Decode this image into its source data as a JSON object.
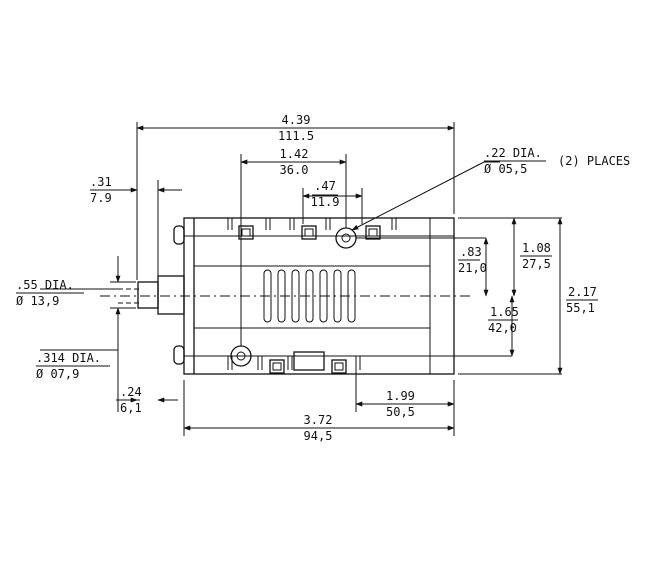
{
  "dimensions": {
    "overall_length": {
      "inch": "4.39",
      "mm": "111.5"
    },
    "hole_spacing": {
      "inch": "1.42",
      "mm": "36.0"
    },
    "slot_pitch": {
      "inch": ".47",
      "mm": "11.9"
    },
    "hole_dia": {
      "inch": ".22 DIA.",
      "mm": "Ø 05,5",
      "note": "(2) PLACES"
    },
    "flange_thickness": {
      "inch": ".31",
      "mm": "7.9"
    },
    "boss_dia": {
      "inch": ".55 DIA.",
      "mm": "Ø 13,9"
    },
    "shaft_dia": {
      "inch": ".314 DIA.",
      "mm": "Ø 07,9"
    },
    "shaft_ext": {
      "inch": ".24",
      "mm": "6,1"
    },
    "top_to_hole": {
      "inch": ".83",
      "mm": "21,0"
    },
    "top_to_axis": {
      "inch": "1.08",
      "mm": "27,5"
    },
    "axis_to_hole": {
      "inch": "1.65",
      "mm": "42,0"
    },
    "overall_height": {
      "inch": "2.17",
      "mm": "55,1"
    },
    "axis_to_end": {
      "inch": "1.99",
      "mm": "50,5"
    },
    "body_length": {
      "inch": "3.72",
      "mm": "94,5"
    }
  }
}
